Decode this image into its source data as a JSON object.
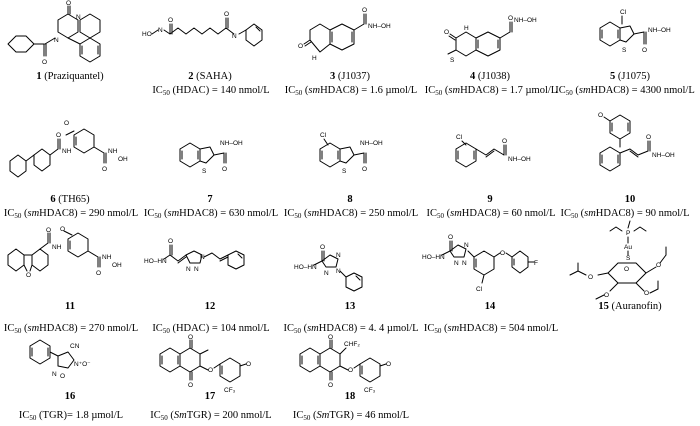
{
  "compounds": [
    {
      "number": "1",
      "name": " (Praziquantel)",
      "target": "",
      "target_italic": "",
      "operator": "",
      "value": "",
      "unit": ""
    },
    {
      "number": "2",
      "name": " (SAHA)",
      "target": "HDAC",
      "target_italic": "",
      "operator": " = ",
      "value": "140",
      "unit": "nmol/L"
    },
    {
      "number": "3",
      "name": " (J1037)",
      "target": "HDAC8",
      "target_italic": "sm",
      "operator": " = ",
      "value": "1.6",
      "unit": "µmol/L"
    },
    {
      "number": "4",
      "name": " (J1038)",
      "target": "HDAC8",
      "target_italic": "sm",
      "operator": " = ",
      "value": "1.7",
      "unit": "µmol/L"
    },
    {
      "number": "5",
      "name": " (J1075)",
      "target": "HDAC8",
      "target_italic": "sm",
      "operator": " = ",
      "value": "4300",
      "unit": "nmol/L"
    },
    {
      "number": "6",
      "name": " (TH65)",
      "target": "HDAC8",
      "target_italic": "sm",
      "operator": " = ",
      "value": "290",
      "unit": "nmol/L"
    },
    {
      "number": "7",
      "name": "",
      "target": "HDAC8",
      "target_italic": "sm",
      "operator": " = ",
      "value": "630",
      "unit": "nmol/L"
    },
    {
      "number": "8",
      "name": "",
      "target": "HDAC8",
      "target_italic": "sm",
      "operator": " = ",
      "value": "250",
      "unit": "nmol/L"
    },
    {
      "number": "9",
      "name": "",
      "target": "HDAC8",
      "target_italic": "sm",
      "operator": " = ",
      "value": "60",
      "unit": "nmol/L"
    },
    {
      "number": "10",
      "name": "",
      "target": "HDAC8",
      "target_italic": "sm",
      "operator": " = ",
      "value": "90",
      "unit": "nmol/L"
    },
    {
      "number": "11",
      "name": "",
      "target": "HDAC8",
      "target_italic": "sm",
      "operator": " = ",
      "value": "270",
      "unit": "nmol/L"
    },
    {
      "number": "12",
      "name": "",
      "target": "HDAC",
      "target_italic": "",
      "operator": " = ",
      "value": "104",
      "unit": "nmol/L"
    },
    {
      "number": "13",
      "name": "",
      "target": "HDAC8",
      "target_italic": "sm",
      "operator": " = ",
      "value": "4. 4",
      "unit": "µmol/L"
    },
    {
      "number": "14",
      "name": "",
      "target": "HDAC8",
      "target_italic": "sm",
      "operator": " = ",
      "value": "504",
      "unit": "nmol/L"
    },
    {
      "number": "15",
      "name": " (Auranofin)",
      "target": "",
      "target_italic": "",
      "operator": "",
      "value": "",
      "unit": ""
    },
    {
      "number": "16",
      "name": "",
      "target": "TGR",
      "target_italic": "",
      "operator": "= ",
      "value": "1.8",
      "unit": "µmol/L"
    },
    {
      "number": "17",
      "name": "",
      "target": "TGR",
      "target_italic": "Sm",
      "operator": " = ",
      "value": "200",
      "unit": "nmol/L"
    },
    {
      "number": "18",
      "name": "",
      "target": "TGR",
      "target_italic": "Sm",
      "operator": " = ",
      "value": "46",
      "unit": "nmol/L"
    }
  ],
  "labels": {
    "ic": "IC",
    "ic_sub": "50",
    "open_paren": " (",
    "close_paren": ")"
  },
  "atoms": {
    "o": "O",
    "n": "N",
    "h": "H",
    "nh": "NH",
    "hn": "HN",
    "oh": "OH",
    "nh_oh": "NH–OH",
    "hn_oh_hydrox": "N–OH",
    "ho_hn": "HO–HN",
    "ho_h": "HO",
    "s": "S",
    "cl": "Cl",
    "f": "F",
    "cn": "CN",
    "n_o": "N⁺O⁻",
    "cf3": "CF₃",
    "chf2": "CHF₂",
    "p": "P",
    "au": "Au",
    "h2": "H"
  }
}
